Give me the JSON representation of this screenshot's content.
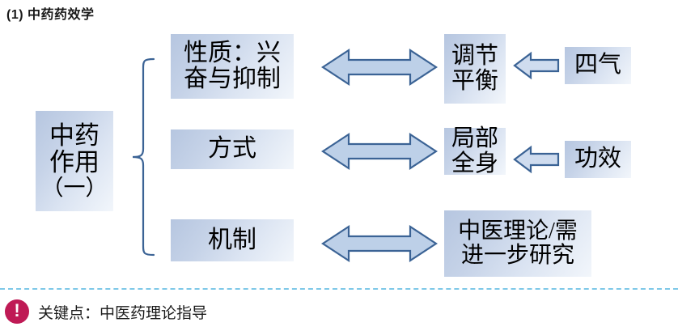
{
  "slide": {
    "title": "(1) 中药药效学"
  },
  "diagram": {
    "root": {
      "line1": "中药",
      "line2": "作用",
      "line3": "（一）"
    },
    "brace": "left-curly-brace",
    "rows": [
      {
        "left_label_line1": "性质：兴",
        "left_label_line2": "奋与抑制",
        "arrow": "double-headed-horizontal-arrow",
        "right_label_line1": "调节",
        "right_label_line2": "平衡",
        "source_arrow": "left-arrow",
        "source_label": "四气"
      },
      {
        "left_label_line1": "方式",
        "left_label_line2": "",
        "arrow": "double-headed-horizontal-arrow",
        "right_label_line1": "局部",
        "right_label_line2": "全身",
        "source_arrow": "left-arrow",
        "source_label": "功效"
      },
      {
        "left_label_line1": "机制",
        "left_label_line2": "",
        "arrow": "double-headed-horizontal-arrow",
        "right_label_line1": "中医理论/需",
        "right_label_line2": "进一步研究",
        "source_arrow": "",
        "source_label": ""
      }
    ]
  },
  "footer": {
    "icon": "exclamation-circle-icon",
    "text": "关键点：中医药理论指导"
  },
  "colors": {
    "box_fill_dark": "#b6c6e0",
    "box_fill_light": "#f2f6fb",
    "arrow_fill": "#bdd0e8",
    "arrow_stroke": "#3b6395",
    "brace": "#3b6395",
    "divider": "#7ec8e8",
    "keypoint_badge": "#bf1a55"
  }
}
